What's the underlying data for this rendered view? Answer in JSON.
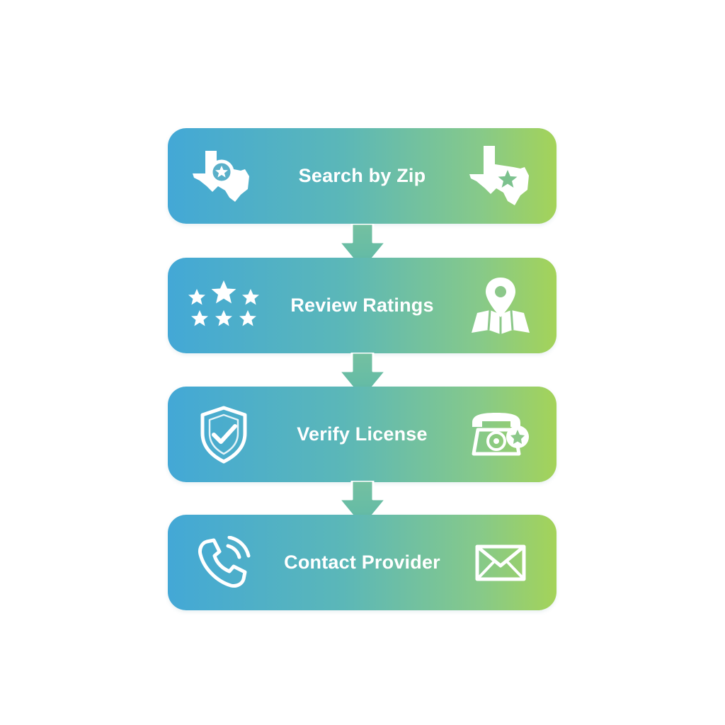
{
  "steps": [
    {
      "label": "Search by Zip",
      "left_icon": "texas-search-icon",
      "right_icon": "texas-star-icon"
    },
    {
      "label": "Review Ratings",
      "left_icon": "stars-icon",
      "right_icon": "map-pin-icon"
    },
    {
      "label": "Verify License",
      "left_icon": "shield-check-icon",
      "right_icon": "telephone-icon"
    },
    {
      "label": "Contact Provider",
      "left_icon": "phone-call-icon",
      "right_icon": "envelope-icon"
    }
  ],
  "colors": {
    "gradient_start": "#43a8d6",
    "gradient_end": "#a4d359",
    "text": "#ffffff",
    "background": "#ffffff"
  }
}
